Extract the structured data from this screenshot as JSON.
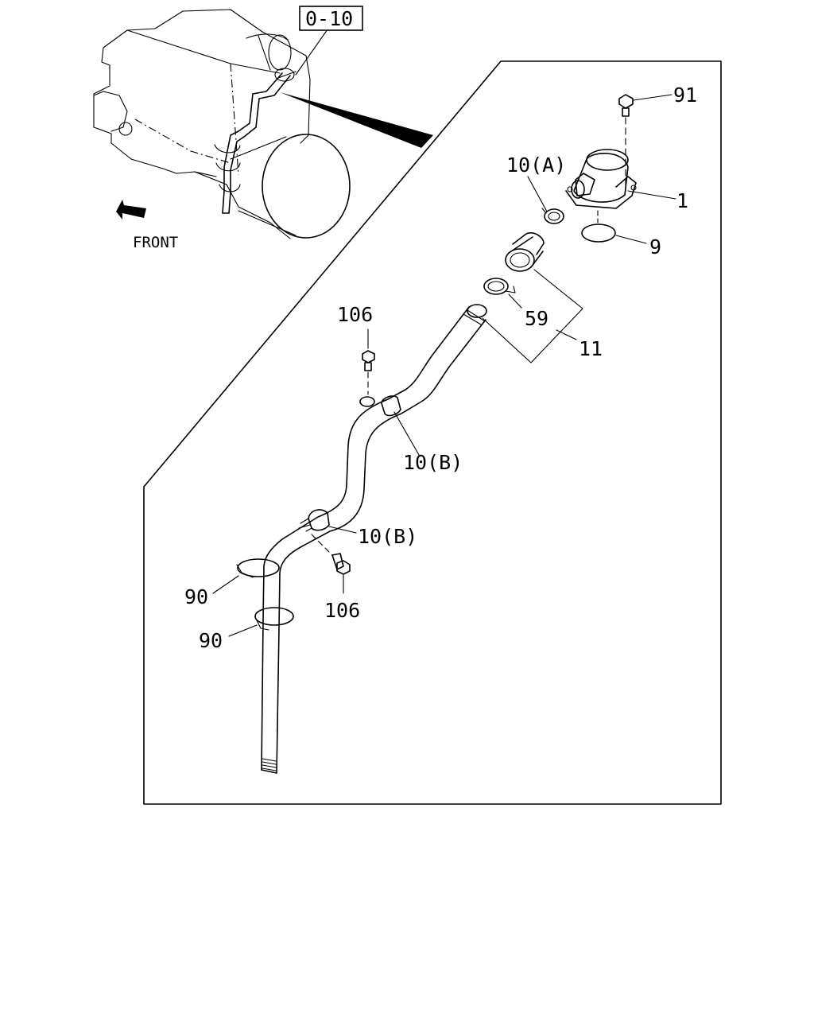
{
  "diagram": {
    "reference_box": "0-10",
    "direction_label": "FRONT",
    "callouts": {
      "c91": "91",
      "c10a": "10(A)",
      "c1": "1",
      "c9": "9",
      "c59": "59",
      "c11": "11",
      "c106_top": "106",
      "c10b_upper": "10(B)",
      "c10b_lower": "10(B)",
      "c90_upper": "90",
      "c90_lower": "90",
      "c106_bottom": "106"
    },
    "icons": {
      "front_arrow": "arrow-icon"
    }
  }
}
